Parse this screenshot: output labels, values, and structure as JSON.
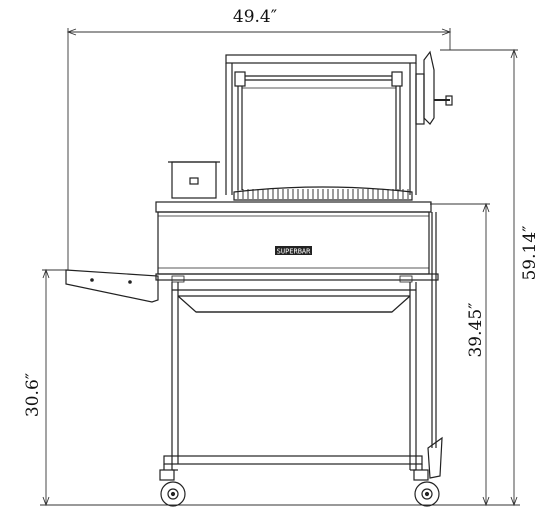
{
  "dimensions": {
    "overall_width": "49.4″",
    "overall_height": "59.14″",
    "cooking_height": "39.45″",
    "shelf_height": "30.6″"
  },
  "nameplate": {
    "text": "SUPERBAR"
  },
  "colors": {
    "line": "#222222",
    "dim_line": "#333333",
    "background": "#ffffff"
  }
}
